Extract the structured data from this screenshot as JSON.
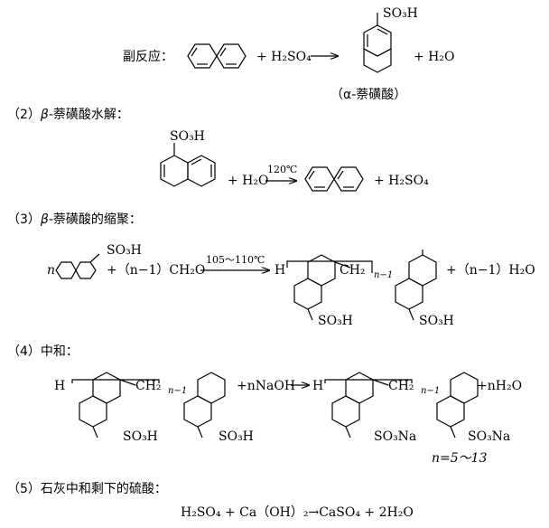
{
  "sections": [
    {
      "id": "side",
      "label": "副反应："
    },
    {
      "id": "s2",
      "num": "（2）",
      "greek": "β-",
      "label": "萘磺酸水解："
    },
    {
      "id": "s3",
      "num": "（3）",
      "greek": "β-",
      "label": "萘磺酸的缩聚："
    },
    {
      "id": "s4",
      "num": "（4）",
      "label": "中和："
    },
    {
      "id": "s5",
      "num": "（5）",
      "label": "石灰中和剩下的硫酸："
    }
  ],
  "reactions": {
    "side": {
      "plus_h2so4": "+ H₂SO₄",
      "plus_h2o": "+ H₂O",
      "product_so3h": "SO₃H",
      "product_name": "（α-萘磺酸）"
    },
    "hydrolysis": {
      "reactant_so3h": "SO₃H",
      "plus_h2o": "+ H₂O",
      "condition": "120℃",
      "plus_h2so4": "+ H₂SO₄"
    },
    "condensation": {
      "n": "n",
      "so3h": "SO₃H",
      "plus_ch2o": "+（n−1）CH₂O",
      "condition": "105～110℃",
      "h_end": "H",
      "ch2": "CH₂",
      "sub_n1": "n−1",
      "so3h_a": "SO₃H",
      "so3h_b": "SO₃H",
      "plus_water": "+（n−1）H₂O"
    },
    "neutralization": {
      "h_left": "H",
      "ch2_left": "CH₂",
      "sub_left": "n−1",
      "so3h_a": "SO₃H",
      "so3h_b": "SO₃H",
      "plus_naoh": "+nNaOH",
      "h_right": "H",
      "ch2_right": "CH₂",
      "sub_right": "n−1",
      "so3na_a": "SO₃Na",
      "so3na_b": "SO₃Na",
      "plus_water": "+nH₂O",
      "n_range": "n=5～13"
    },
    "lime": {
      "equation": "H₂SO₄ + Ca（OH）₂→CaSO₄ + 2H₂O"
    }
  }
}
